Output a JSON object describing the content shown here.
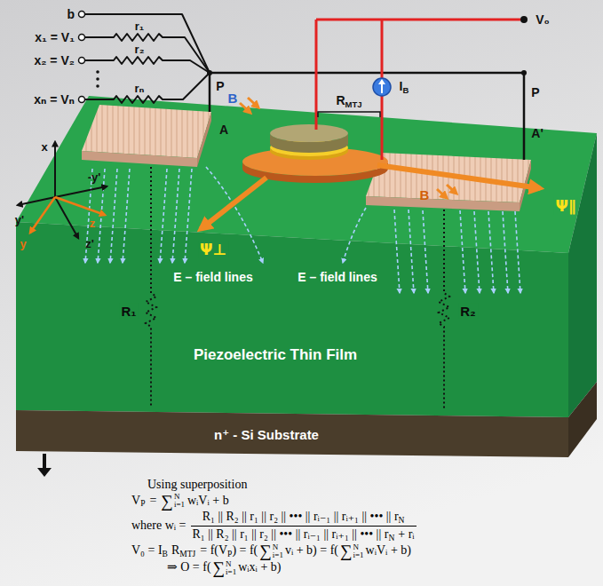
{
  "diagram": {
    "nodes": [
      {
        "text": [
          "Piezoelectric Thin Film"
        ]
      },
      {
        "text": [
          "n⁺ - Si Substrate"
        ]
      }
    ],
    "labels": [
      "b",
      "x₁ = V₁",
      "x₂ = V₂",
      "xₙ = Vₙ",
      "r₁",
      "r₂",
      "rₙ",
      "P",
      "V₀",
      "I",
      "B",
      "R",
      "MTJ",
      "P",
      "A",
      "A'",
      "x",
      "-y'",
      "y'",
      "z",
      "z'",
      "y",
      "B",
      "B",
      "Ψ⊥",
      "Ψ∥",
      "E – field lines",
      "E – field lines",
      "R₁",
      "R₂",
      "Using superposition",
      "V",
      "P",
      "=",
      "∑",
      "N",
      "i=1",
      "wᵢVᵢ + b",
      "where wᵢ =",
      "R₁ || R₂ || r₁ || r₂ || ••• || rᵢ₋₁ || rᵢ₊₁ || ••• || r",
      "N",
      "R₁ || R₂ || r₁ || r₂ || ••• || rᵢ₋₁ || rᵢ₊₁ || ••• || r",
      "N",
      "+ rᵢ",
      "V₀ = I",
      "B",
      "R",
      "MTJ",
      "= f(V",
      "P",
      ") = f(",
      "∑",
      "N",
      "i=1",
      "vᵢ + b) = f(",
      "∑",
      "N",
      "i=1",
      "wᵢVᵢ + b)",
      "⇒ O = f(",
      "∑",
      "N",
      "i=1",
      "wᵢxᵢ + b)"
    ]
  }
}
